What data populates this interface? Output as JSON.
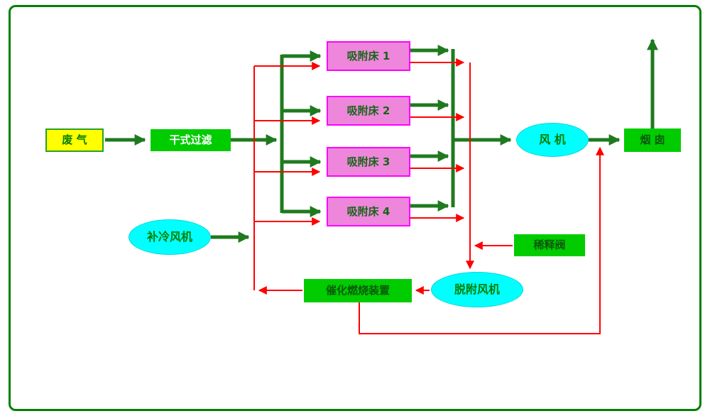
{
  "nodes": {
    "waste_gas": {
      "label": "废 气"
    },
    "dry_filter": {
      "label": "干式过滤"
    },
    "bed_1": {
      "label": "吸附床 1"
    },
    "bed_2": {
      "label": "吸附床 2"
    },
    "bed_3": {
      "label": "吸附床 3"
    },
    "bed_4": {
      "label": "吸附床 4"
    },
    "fan": {
      "label": "风 机"
    },
    "chimney": {
      "label": "烟 囱"
    },
    "cooling_fan": {
      "label": "补冷风机"
    },
    "dilution_valve": {
      "label": "稀释阀"
    },
    "desorption_fan": {
      "label": "脱附风机"
    },
    "catalytic_unit": {
      "label": "催化燃烧装置"
    }
  },
  "colors": {
    "main_flow_arrow": "#1f7a1f",
    "regeneration_flow_arrow": "#ff0000",
    "process_box_fill": "#00cc00",
    "waste_gas_fill": "#ffff00",
    "adsorption_bed_fill": "#ee86db",
    "adsorption_bed_border": "#ff00ff",
    "fan_ellipse_fill": "#00ffff",
    "frame_border": "#008000"
  }
}
